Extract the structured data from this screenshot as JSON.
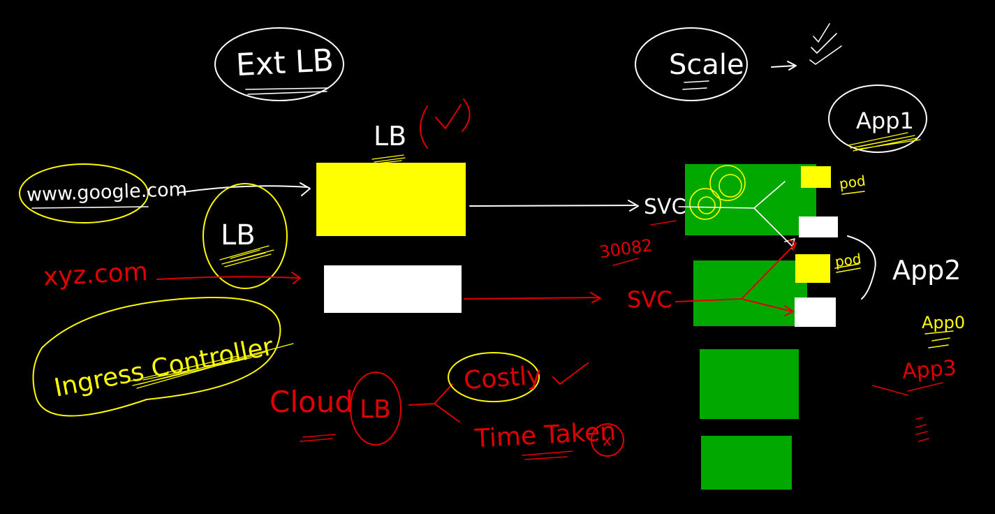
{
  "colors": {
    "background": "#000000",
    "white_ink": "#ffffff",
    "yellow_ink": "#ffff00",
    "red_ink": "#e00000",
    "node_green": "#00a800",
    "box_yellow": "#ffff00",
    "box_white": "#ffffff"
  },
  "labels": {
    "ext_lb": "Ext LB",
    "scale": "Scale",
    "app1": "App1",
    "lb_top": "LB",
    "url_google": "www.google.com",
    "lb_circle": "LB",
    "xyz": "xyz.com",
    "ingress": "Ingress Controller",
    "svc_top": "SVC",
    "port": "30082",
    "svc_bottom": "SVC",
    "pod_top": "pod",
    "pod_mid": "pod",
    "app2": "App2",
    "app_top_right": "App0",
    "app3": "App3",
    "cloud": "Cloud",
    "lb_cloud": "LB",
    "costly": "Costly",
    "time_taken": "Time Taken",
    "x_mark": "x"
  }
}
